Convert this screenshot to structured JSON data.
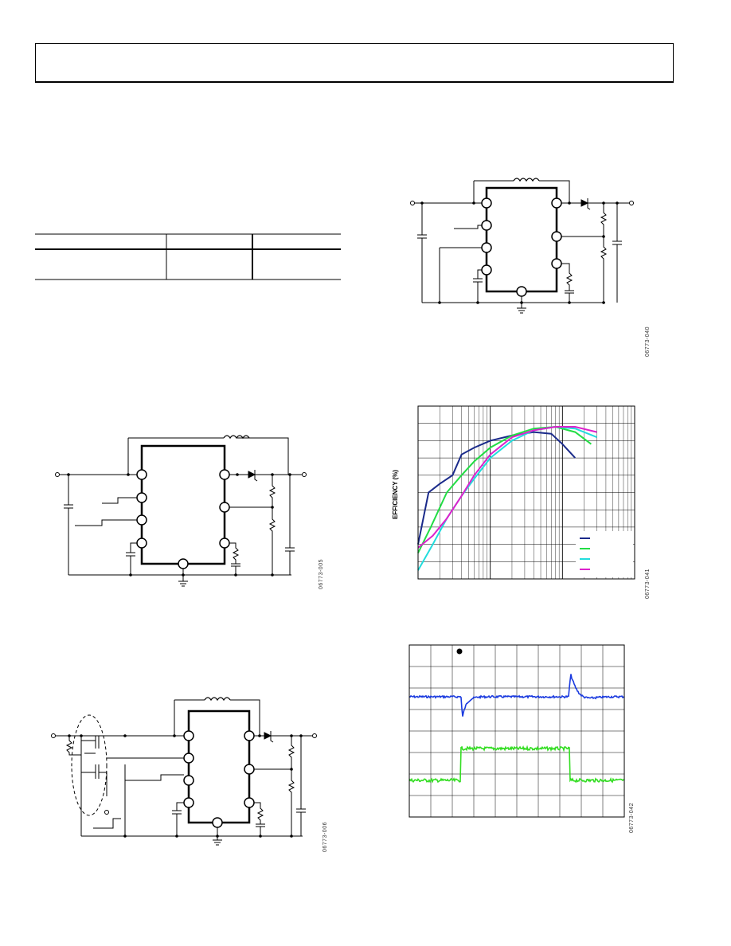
{
  "figure_ids": {
    "fig_top_right": "06773-040",
    "fig_left_mid": "06773-005",
    "fig_left_bottom": "06773-006",
    "fig_right_mid": "06773-041",
    "fig_right_bottom": "06773-042"
  },
  "efficiency_plot": {
    "ylabel": "EFFICIENCY (%)"
  },
  "chart_data": [
    {
      "type": "line",
      "title": "",
      "xlabel": "",
      "ylabel": "EFFICIENCY (%)",
      "xscale": "log",
      "xlim": [
        1,
        1000
      ],
      "ylim": [
        0,
        100
      ],
      "grid": true,
      "legend": "bottom-right",
      "series": [
        {
          "color": "#1a2a8a",
          "x": [
            1,
            1.4,
            2,
            3,
            4,
            6,
            10,
            20,
            40,
            70,
            100,
            150
          ],
          "y": [
            20,
            50,
            55,
            60,
            72,
            76,
            80,
            83,
            85,
            84,
            78,
            70
          ]
        },
        {
          "color": "#22dd44",
          "x": [
            1,
            1.5,
            2.5,
            4,
            6,
            10,
            20,
            40,
            80,
            150,
            250
          ],
          "y": [
            15,
            30,
            50,
            60,
            68,
            76,
            83,
            87,
            88,
            85,
            78
          ]
        },
        {
          "color": "#22dddd",
          "x": [
            1,
            1.6,
            2.5,
            4,
            6,
            10,
            20,
            40,
            80,
            150,
            300
          ],
          "y": [
            5,
            20,
            35,
            48,
            58,
            70,
            80,
            86,
            88,
            87,
            82
          ]
        },
        {
          "color": "#dd22cc",
          "x": [
            1,
            1.6,
            2.5,
            4,
            6,
            10,
            20,
            40,
            80,
            150,
            300
          ],
          "y": [
            18,
            25,
            35,
            48,
            60,
            72,
            82,
            86,
            88,
            88,
            85
          ]
        }
      ]
    },
    {
      "type": "line",
      "title": "",
      "xlabel": "",
      "ylabel": "",
      "grid": true,
      "series": [
        {
          "color": "#1a3adf",
          "shape": "load-transient"
        },
        {
          "color": "#33dd22",
          "shape": "load-step"
        }
      ]
    }
  ]
}
